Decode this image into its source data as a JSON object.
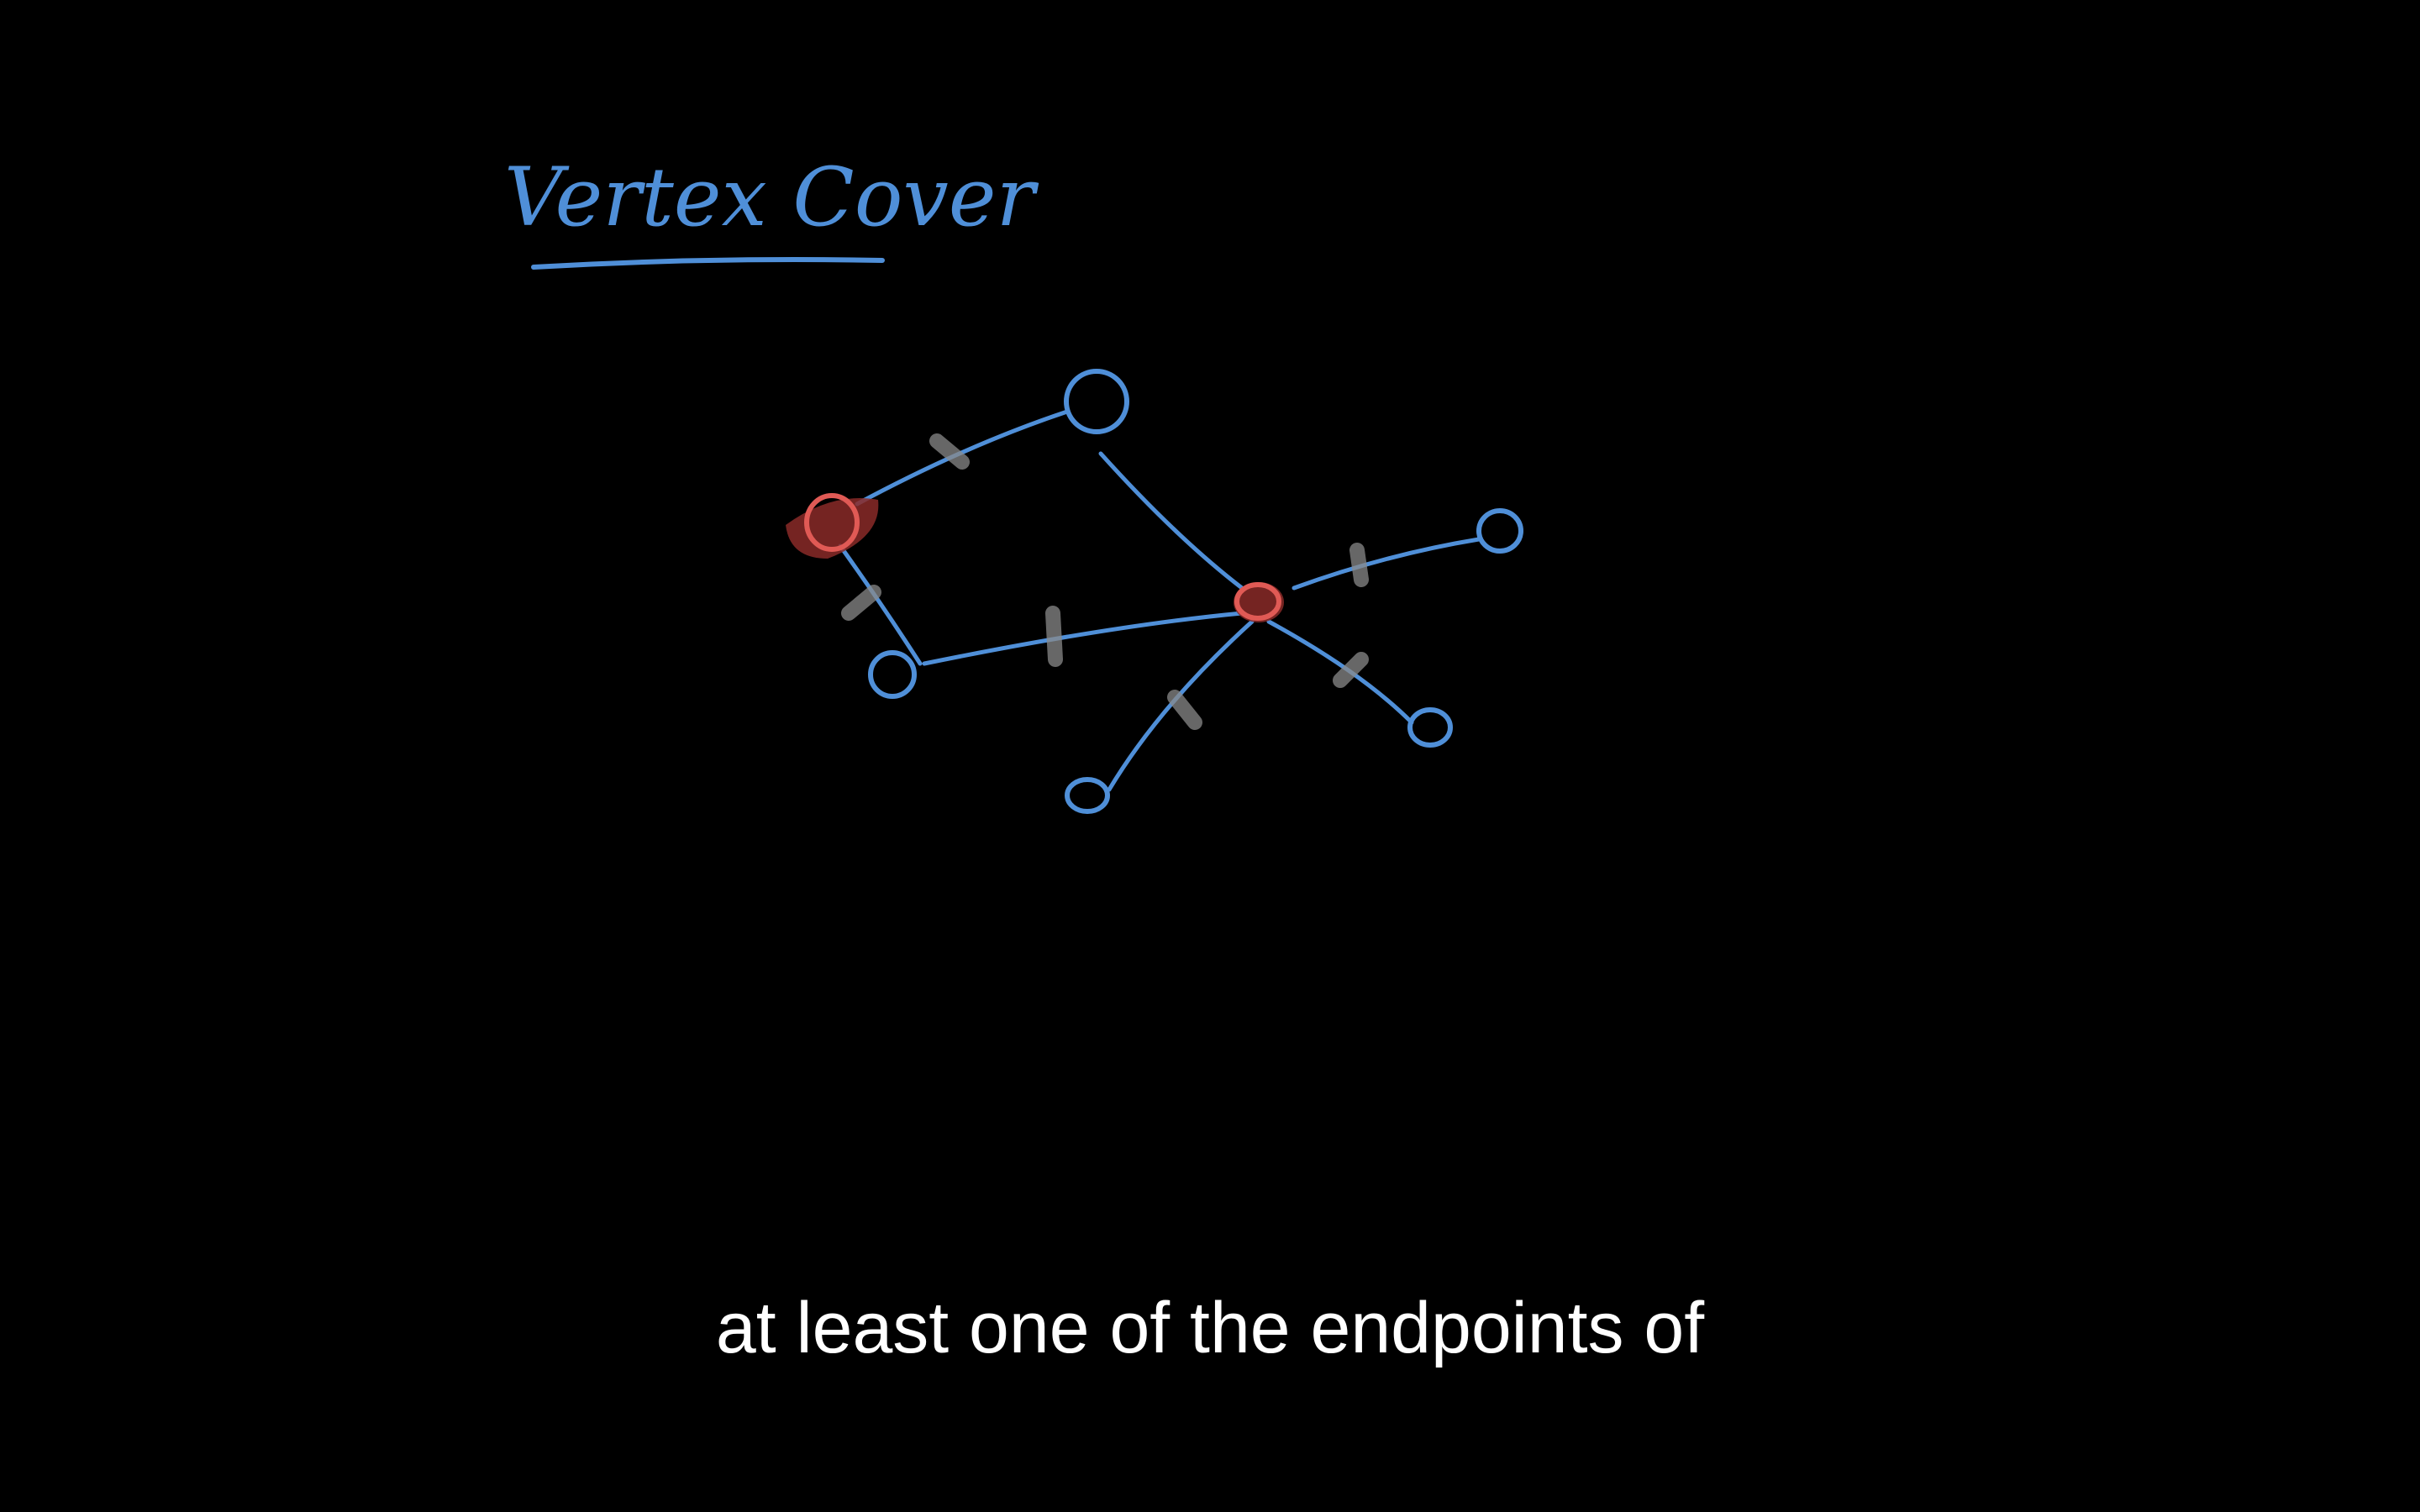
{
  "title": "Vertex Cover",
  "caption": "at least one of the endpoints of",
  "colors": {
    "background": "#000000",
    "ink": "#4f8fd8",
    "cover": "#e05a55",
    "cover_highlight": "#8a2a28",
    "edge_mark": "#8a8a8a",
    "caption": "#ffffff"
  },
  "graph": {
    "vertices": [
      {
        "id": "v-top",
        "in_cover": false
      },
      {
        "id": "v-left",
        "in_cover": true
      },
      {
        "id": "v-lower-left",
        "in_cover": false
      },
      {
        "id": "v-center",
        "in_cover": true
      },
      {
        "id": "v-right",
        "in_cover": false
      },
      {
        "id": "v-lower-right",
        "in_cover": false
      },
      {
        "id": "v-bottom",
        "in_cover": false
      }
    ],
    "edges": [
      {
        "from": "v-left",
        "to": "v-top",
        "marked": true
      },
      {
        "from": "v-left",
        "to": "v-lower-left",
        "marked": true
      },
      {
        "from": "v-lower-left",
        "to": "v-center",
        "marked": true
      },
      {
        "from": "v-top",
        "to": "v-center",
        "marked": false
      },
      {
        "from": "v-center",
        "to": "v-right",
        "marked": true
      },
      {
        "from": "v-center",
        "to": "v-lower-right",
        "marked": true
      },
      {
        "from": "v-center",
        "to": "v-bottom",
        "marked": true
      }
    ]
  }
}
